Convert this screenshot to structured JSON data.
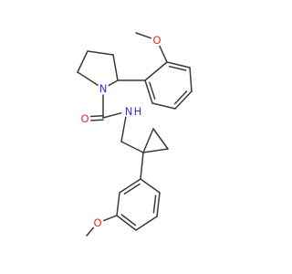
{
  "molecule": {
    "atoms": [
      {
        "id": 0,
        "symbol": "O",
        "label": "O",
        "color": "#e8262a"
      },
      {
        "id": 1,
        "symbol": "C",
        "label": "",
        "color": "#3a3a3a"
      },
      {
        "id": 2,
        "symbol": "C",
        "label": "",
        "color": "#3a3a3a"
      },
      {
        "id": 3,
        "symbol": "C",
        "label": "",
        "color": "#3a3a3a"
      },
      {
        "id": 4,
        "symbol": "C",
        "label": "",
        "color": "#3a3a3a"
      },
      {
        "id": 5,
        "symbol": "C",
        "label": "",
        "color": "#3a3a3a"
      },
      {
        "id": 6,
        "symbol": "C",
        "label": "",
        "color": "#3a3a3a"
      },
      {
        "id": 7,
        "symbol": "C",
        "label": "",
        "color": "#3a3a3a"
      },
      {
        "id": 8,
        "symbol": "C",
        "label": "",
        "color": "#3a3a3a"
      },
      {
        "id": 9,
        "symbol": "C",
        "label": "",
        "color": "#3a3a3a"
      },
      {
        "id": 10,
        "symbol": "C",
        "label": "",
        "color": "#3a3a3a"
      },
      {
        "id": 11,
        "symbol": "C",
        "label": "",
        "color": "#3a3a3a"
      },
      {
        "id": 12,
        "symbol": "N",
        "label": "N",
        "color": "#2f33e0"
      },
      {
        "id": 13,
        "symbol": "C",
        "label": "",
        "color": "#3a3a3a"
      },
      {
        "id": 14,
        "symbol": "O",
        "label": "O",
        "color": "#e8262a"
      },
      {
        "id": 15,
        "symbol": "N",
        "label": "N",
        "color": "#2f33e0"
      },
      {
        "id": 16,
        "symbol": "H",
        "label": "H",
        "color": "#2f33e0"
      },
      {
        "id": 17,
        "symbol": "C",
        "label": "",
        "color": "#3a3a3a"
      },
      {
        "id": 18,
        "symbol": "C",
        "label": "",
        "color": "#3a3a3a"
      },
      {
        "id": 19,
        "symbol": "C",
        "label": "",
        "color": "#3a3a3a"
      },
      {
        "id": 20,
        "symbol": "C",
        "label": "",
        "color": "#3a3a3a"
      },
      {
        "id": 21,
        "symbol": "C",
        "label": "",
        "color": "#3a3a3a"
      },
      {
        "id": 22,
        "symbol": "C",
        "label": "",
        "color": "#3a3a3a"
      },
      {
        "id": 23,
        "symbol": "C",
        "label": "",
        "color": "#3a3a3a"
      },
      {
        "id": 24,
        "symbol": "C",
        "label": "",
        "color": "#3a3a3a"
      },
      {
        "id": 25,
        "symbol": "C",
        "label": "",
        "color": "#3a3a3a"
      },
      {
        "id": 26,
        "symbol": "C",
        "label": "",
        "color": "#3a3a3a"
      },
      {
        "id": 27,
        "symbol": "O",
        "label": "O",
        "color": "#e8262a"
      },
      {
        "id": 28,
        "symbol": "C",
        "label": "",
        "color": "#3a3a3a"
      }
    ],
    "bonds": [
      {
        "a": 0,
        "b": 1,
        "order": 1
      },
      {
        "a": 0,
        "b": 2,
        "order": 1
      },
      {
        "a": 2,
        "b": 3,
        "order": 2
      },
      {
        "a": 3,
        "b": 4,
        "order": 1
      },
      {
        "a": 4,
        "b": 5,
        "order": 2
      },
      {
        "a": 5,
        "b": 6,
        "order": 1
      },
      {
        "a": 6,
        "b": 7,
        "order": 2
      },
      {
        "a": 7,
        "b": 2,
        "order": 1
      },
      {
        "a": 7,
        "b": 8,
        "order": 1
      },
      {
        "a": 8,
        "b": 9,
        "order": 1
      },
      {
        "a": 9,
        "b": 10,
        "order": 1
      },
      {
        "a": 10,
        "b": 11,
        "order": 1
      },
      {
        "a": 11,
        "b": 12,
        "order": 1
      },
      {
        "a": 12,
        "b": 8,
        "order": 1
      },
      {
        "a": 12,
        "b": 13,
        "order": 1
      },
      {
        "a": 13,
        "b": 14,
        "order": 2
      },
      {
        "a": 13,
        "b": 15,
        "order": 1
      },
      {
        "a": 15,
        "b": 17,
        "order": 1
      },
      {
        "a": 17,
        "b": 18,
        "order": 1
      },
      {
        "a": 18,
        "b": 19,
        "order": 1
      },
      {
        "a": 19,
        "b": 20,
        "order": 1
      },
      {
        "a": 20,
        "b": 18,
        "order": 1
      },
      {
        "a": 18,
        "b": 21,
        "order": 1
      },
      {
        "a": 21,
        "b": 22,
        "order": 2
      },
      {
        "a": 22,
        "b": 23,
        "order": 1
      },
      {
        "a": 23,
        "b": 24,
        "order": 2
      },
      {
        "a": 24,
        "b": 25,
        "order": 1
      },
      {
        "a": 25,
        "b": 26,
        "order": 2
      },
      {
        "a": 26,
        "b": 21,
        "order": 1
      },
      {
        "a": 23,
        "b": 27,
        "order": 1
      },
      {
        "a": 27,
        "b": 28,
        "order": 1
      }
    ]
  }
}
